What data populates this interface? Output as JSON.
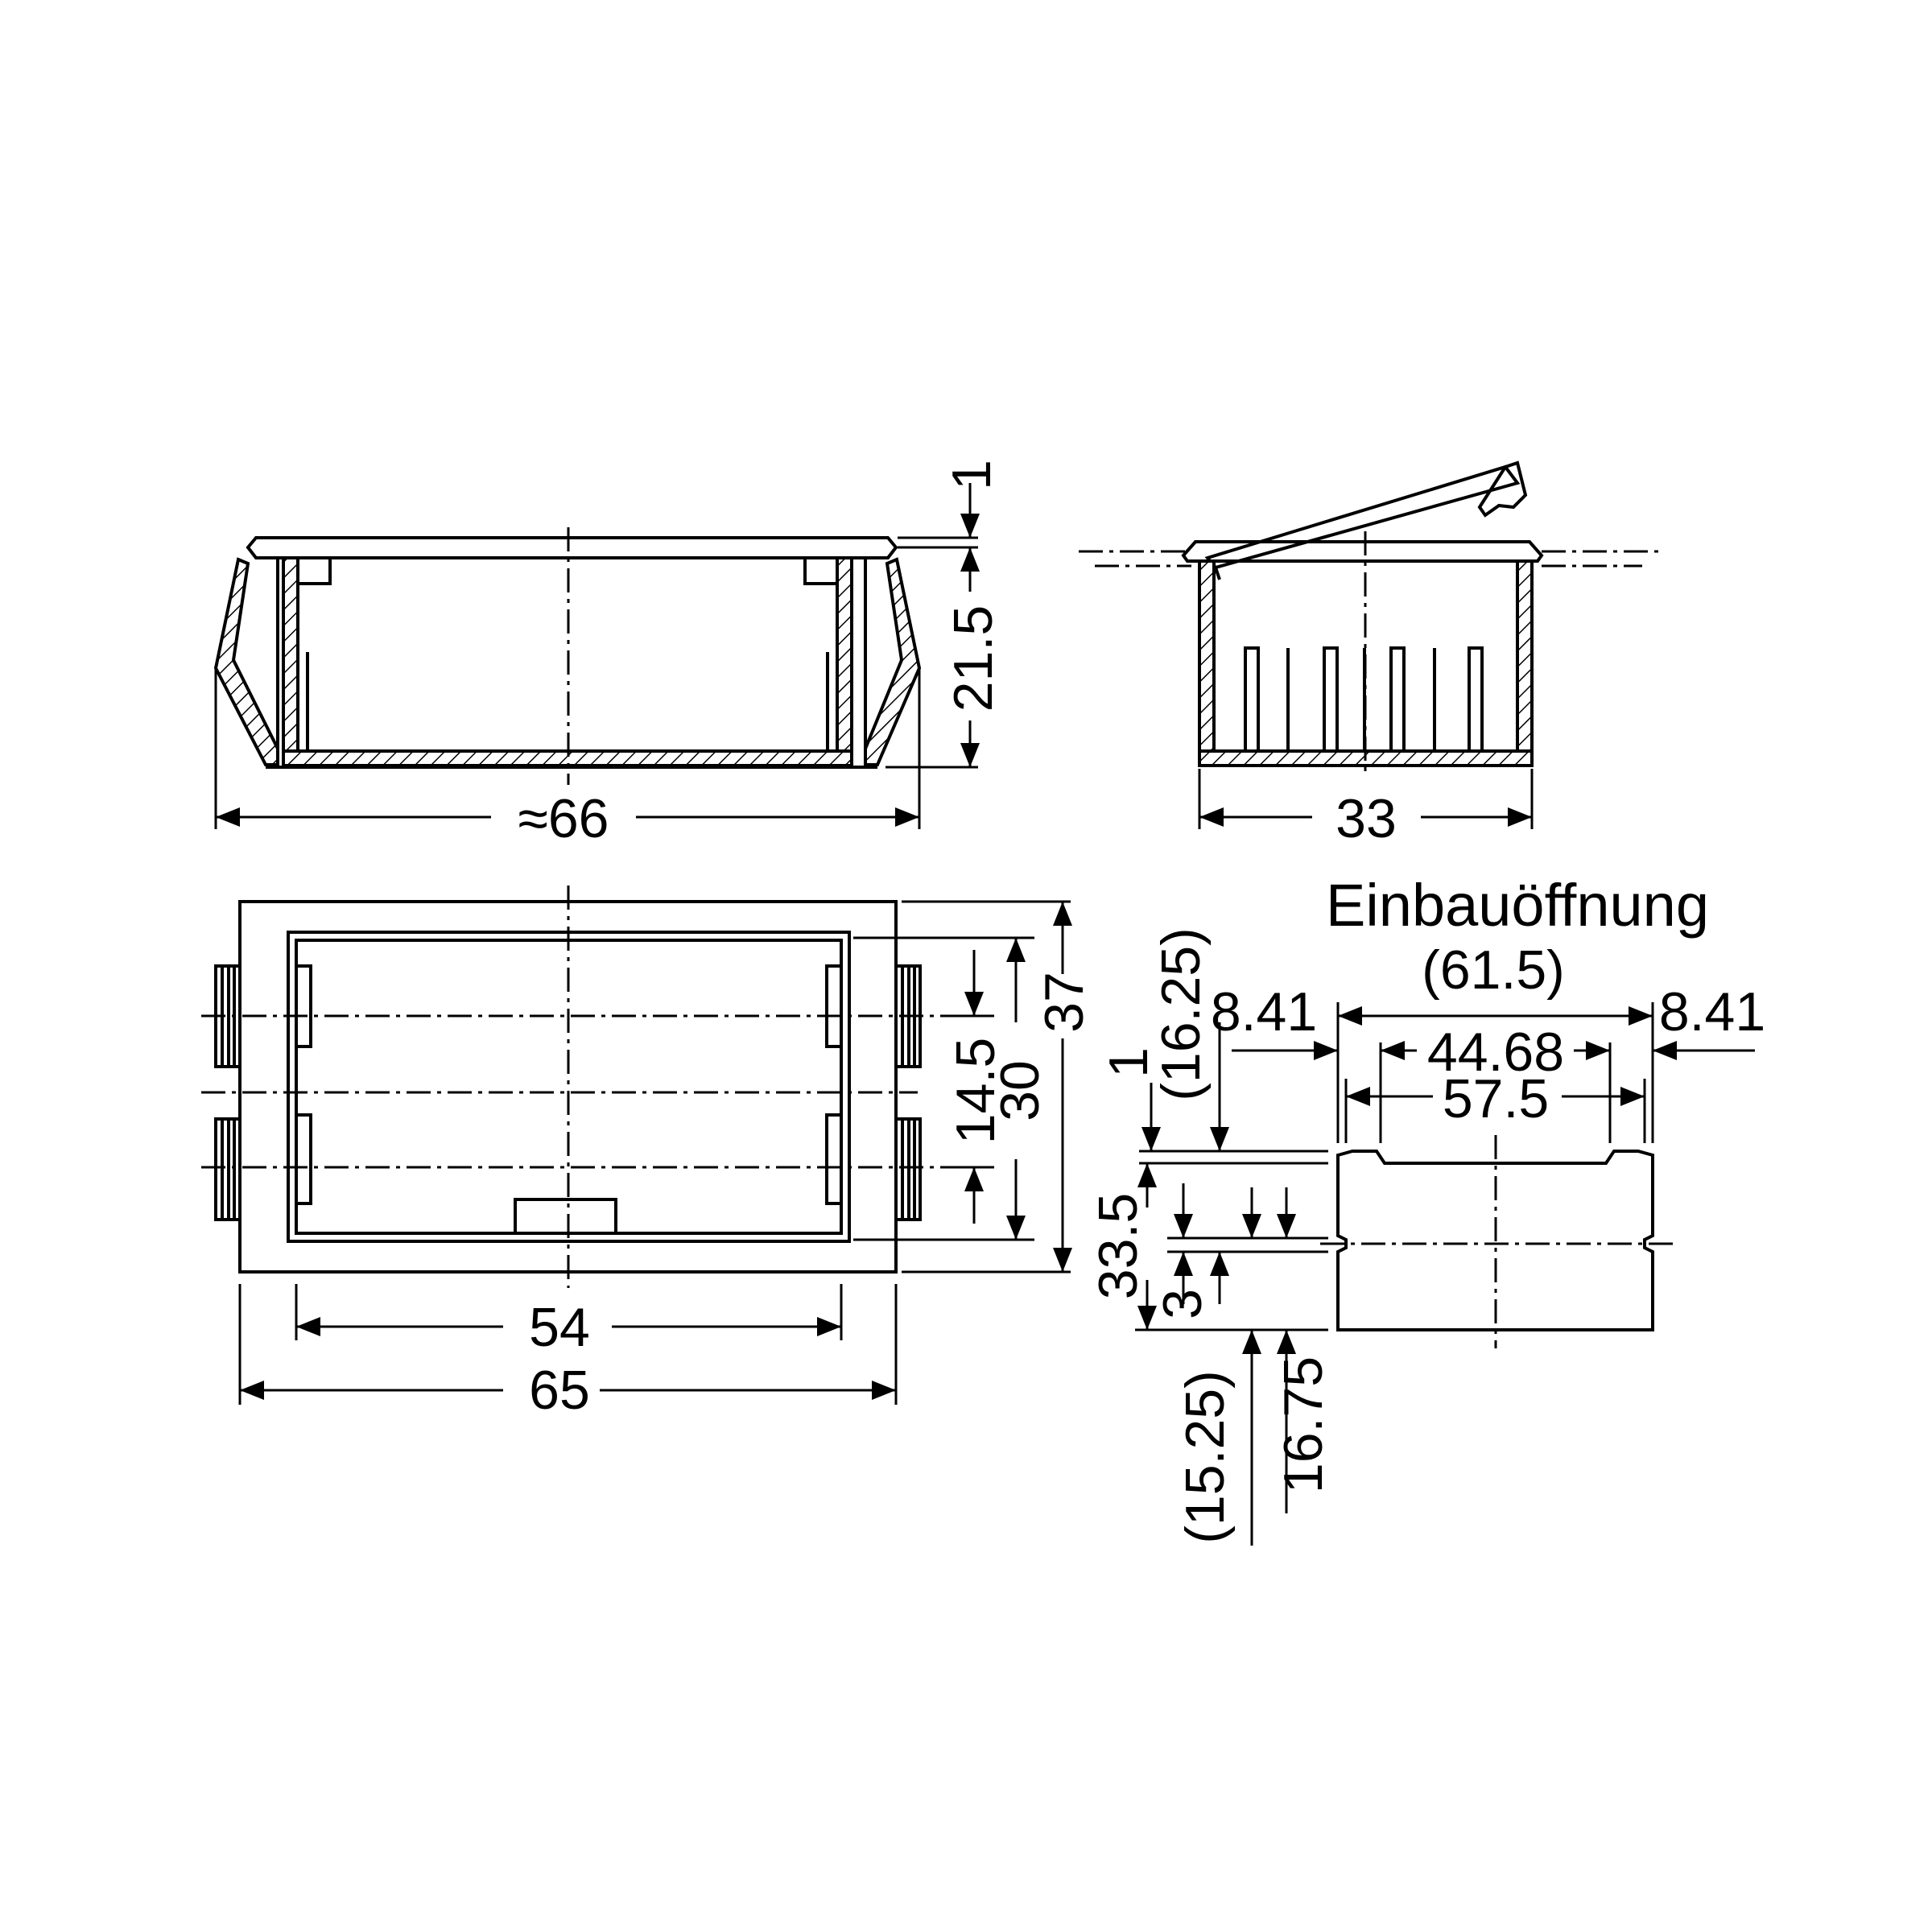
{
  "side_view": {
    "width_label": "≈66",
    "lid_label": "1",
    "height_label": "21.5"
  },
  "end_view": {
    "depth_label": "33"
  },
  "top_view": {
    "inner_width_label": "54",
    "outer_width_label": "65",
    "pitch_label": "14.5",
    "inner_height_label": "30",
    "outer_height_label": "37"
  },
  "cutout": {
    "title": "Einbauöffnung",
    "overall_width_label": "(61.5)",
    "left_offset_label": "8.41",
    "right_offset_label": "8.41",
    "slot_span_label": "44.68",
    "width_label": "57.5",
    "height_label": "33.5",
    "upper_offset_label": "(16.25)",
    "lower_offset_label": "(15.25)",
    "step_label": "1",
    "notch_label": "3",
    "notch_position_label": "16.75"
  }
}
